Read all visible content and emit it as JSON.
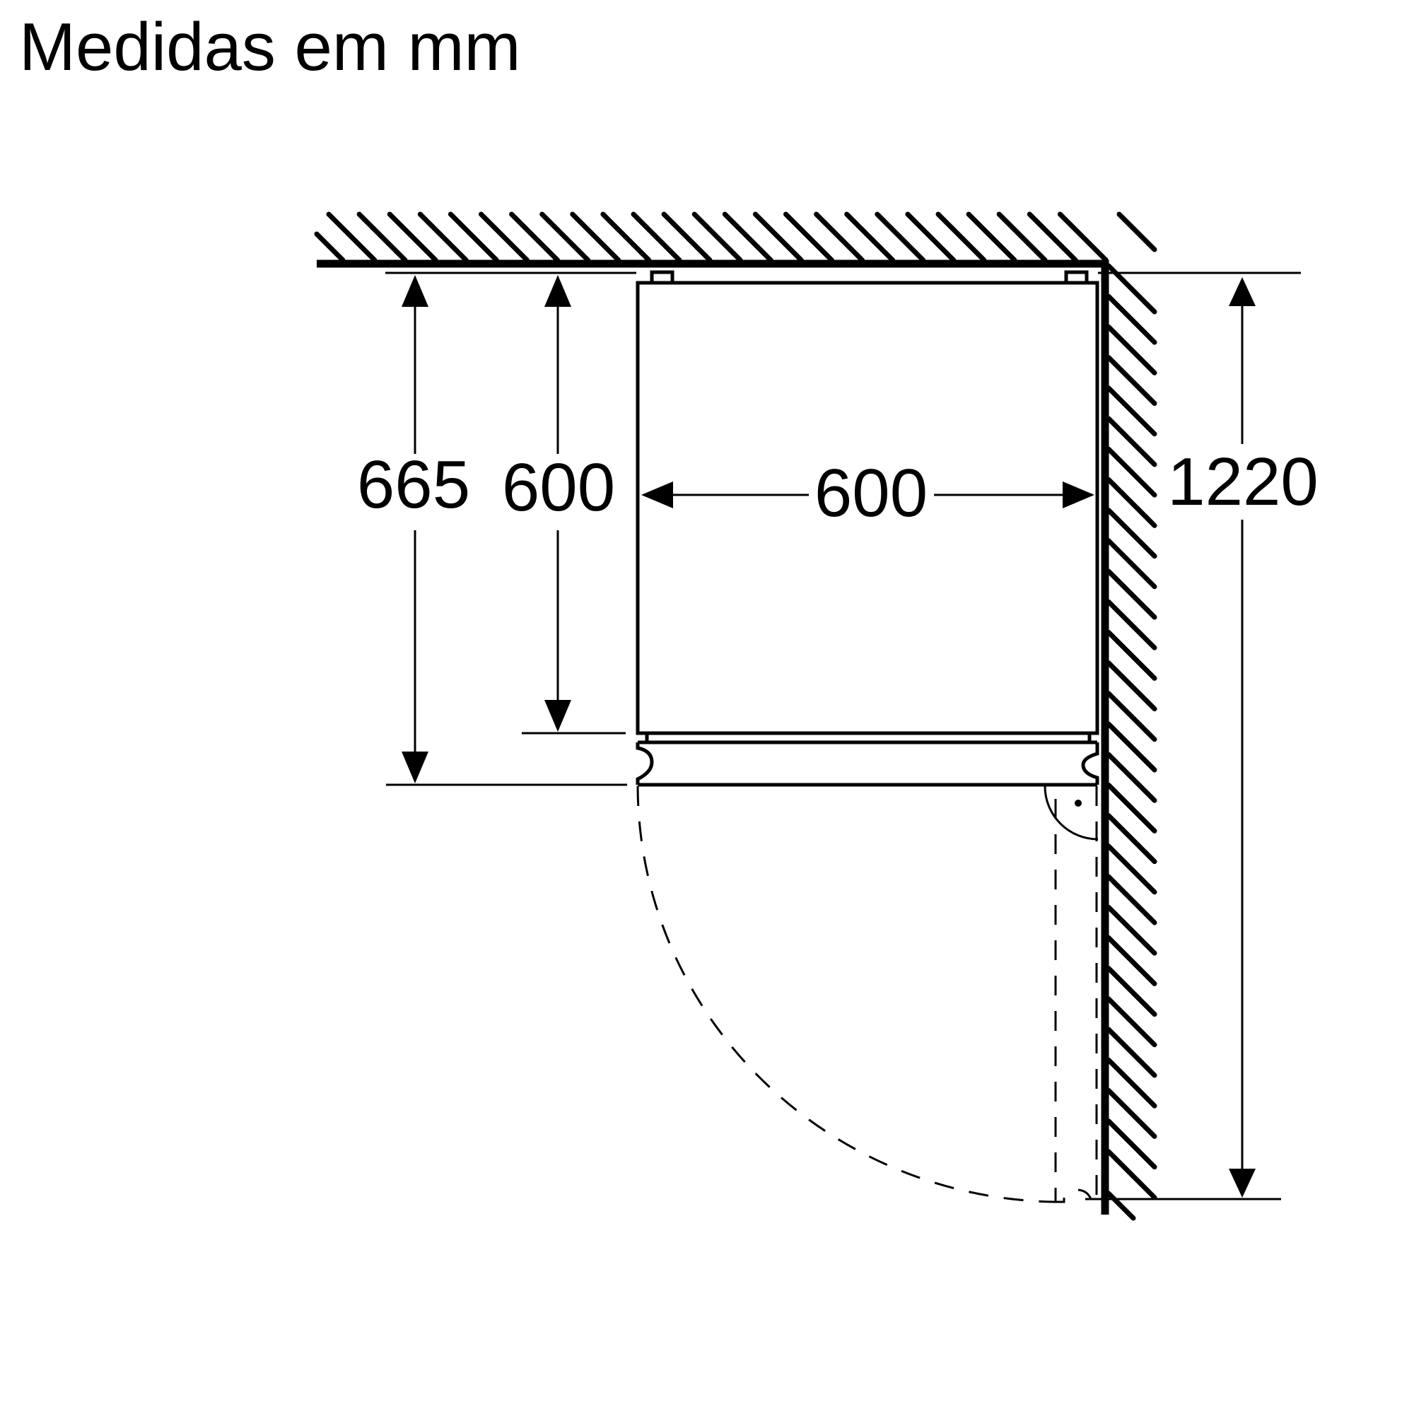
{
  "title": "Medidas em mm",
  "units": "mm",
  "dimensions": {
    "depth_with_door": "665",
    "depth_body": "600",
    "width": "600",
    "door_swing_clearance": "1220"
  },
  "colors": {
    "line": "#000000",
    "background": "#ffffff"
  },
  "elements": {
    "top_wall": "hatched-wall",
    "right_wall": "hatched-wall",
    "appliance": "refrigerator-top-view",
    "door_swing": "dashed-arc-90deg"
  }
}
